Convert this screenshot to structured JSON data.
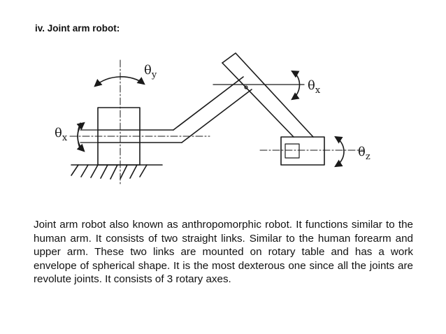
{
  "document": {
    "heading": "iv. Joint arm robot:",
    "paragraph": "Joint arm robot also known as anthropomorphic robot. It functions similar to the human arm. It consists of two straight links. Similar to the human forearm and upper arm. These two links are mounted on rotary table and has a work envelope of spherical shape. It is the most dexterous one since all the joints are revolute joints. It consists of 3 rotary axes."
  },
  "figure": {
    "labels": {
      "theta_y_symbol": "θ",
      "theta_y_sub": "y",
      "theta_x_left_symbol": "θ",
      "theta_x_left_sub": "x",
      "theta_x_right_symbol": "θ",
      "theta_x_right_sub": "x",
      "theta_z_symbol": "θ",
      "theta_z_sub": "z"
    }
  }
}
